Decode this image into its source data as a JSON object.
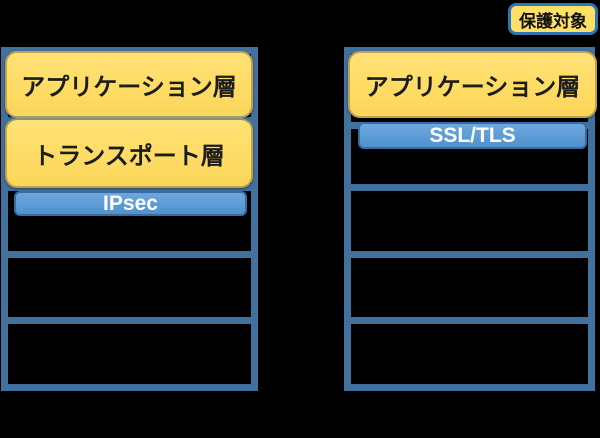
{
  "page": {
    "background": "#000000",
    "description_visible_elements": "two protocol-stack tables with protected layers highlighted and a protection-target legend badge"
  },
  "colors": {
    "table_border": "#41719C",
    "bar_fill": "#5B9BD5",
    "bar_border": "#3A6BA5",
    "box_fill": "#FFDC64",
    "box_border": "#C2A04C",
    "badge_fill": "#FFE066",
    "badge_border": "#2E75B6"
  },
  "badge": {
    "label": "保護対象"
  },
  "left_stack": {
    "app_label": "アプリケーション層",
    "transport_label": "トランスポート層",
    "protocol_label": "IPsec",
    "row_count": 5
  },
  "right_stack": {
    "app_label": "アプリケーション層",
    "protocol_label": "SSL/TLS",
    "row_count": 5
  }
}
